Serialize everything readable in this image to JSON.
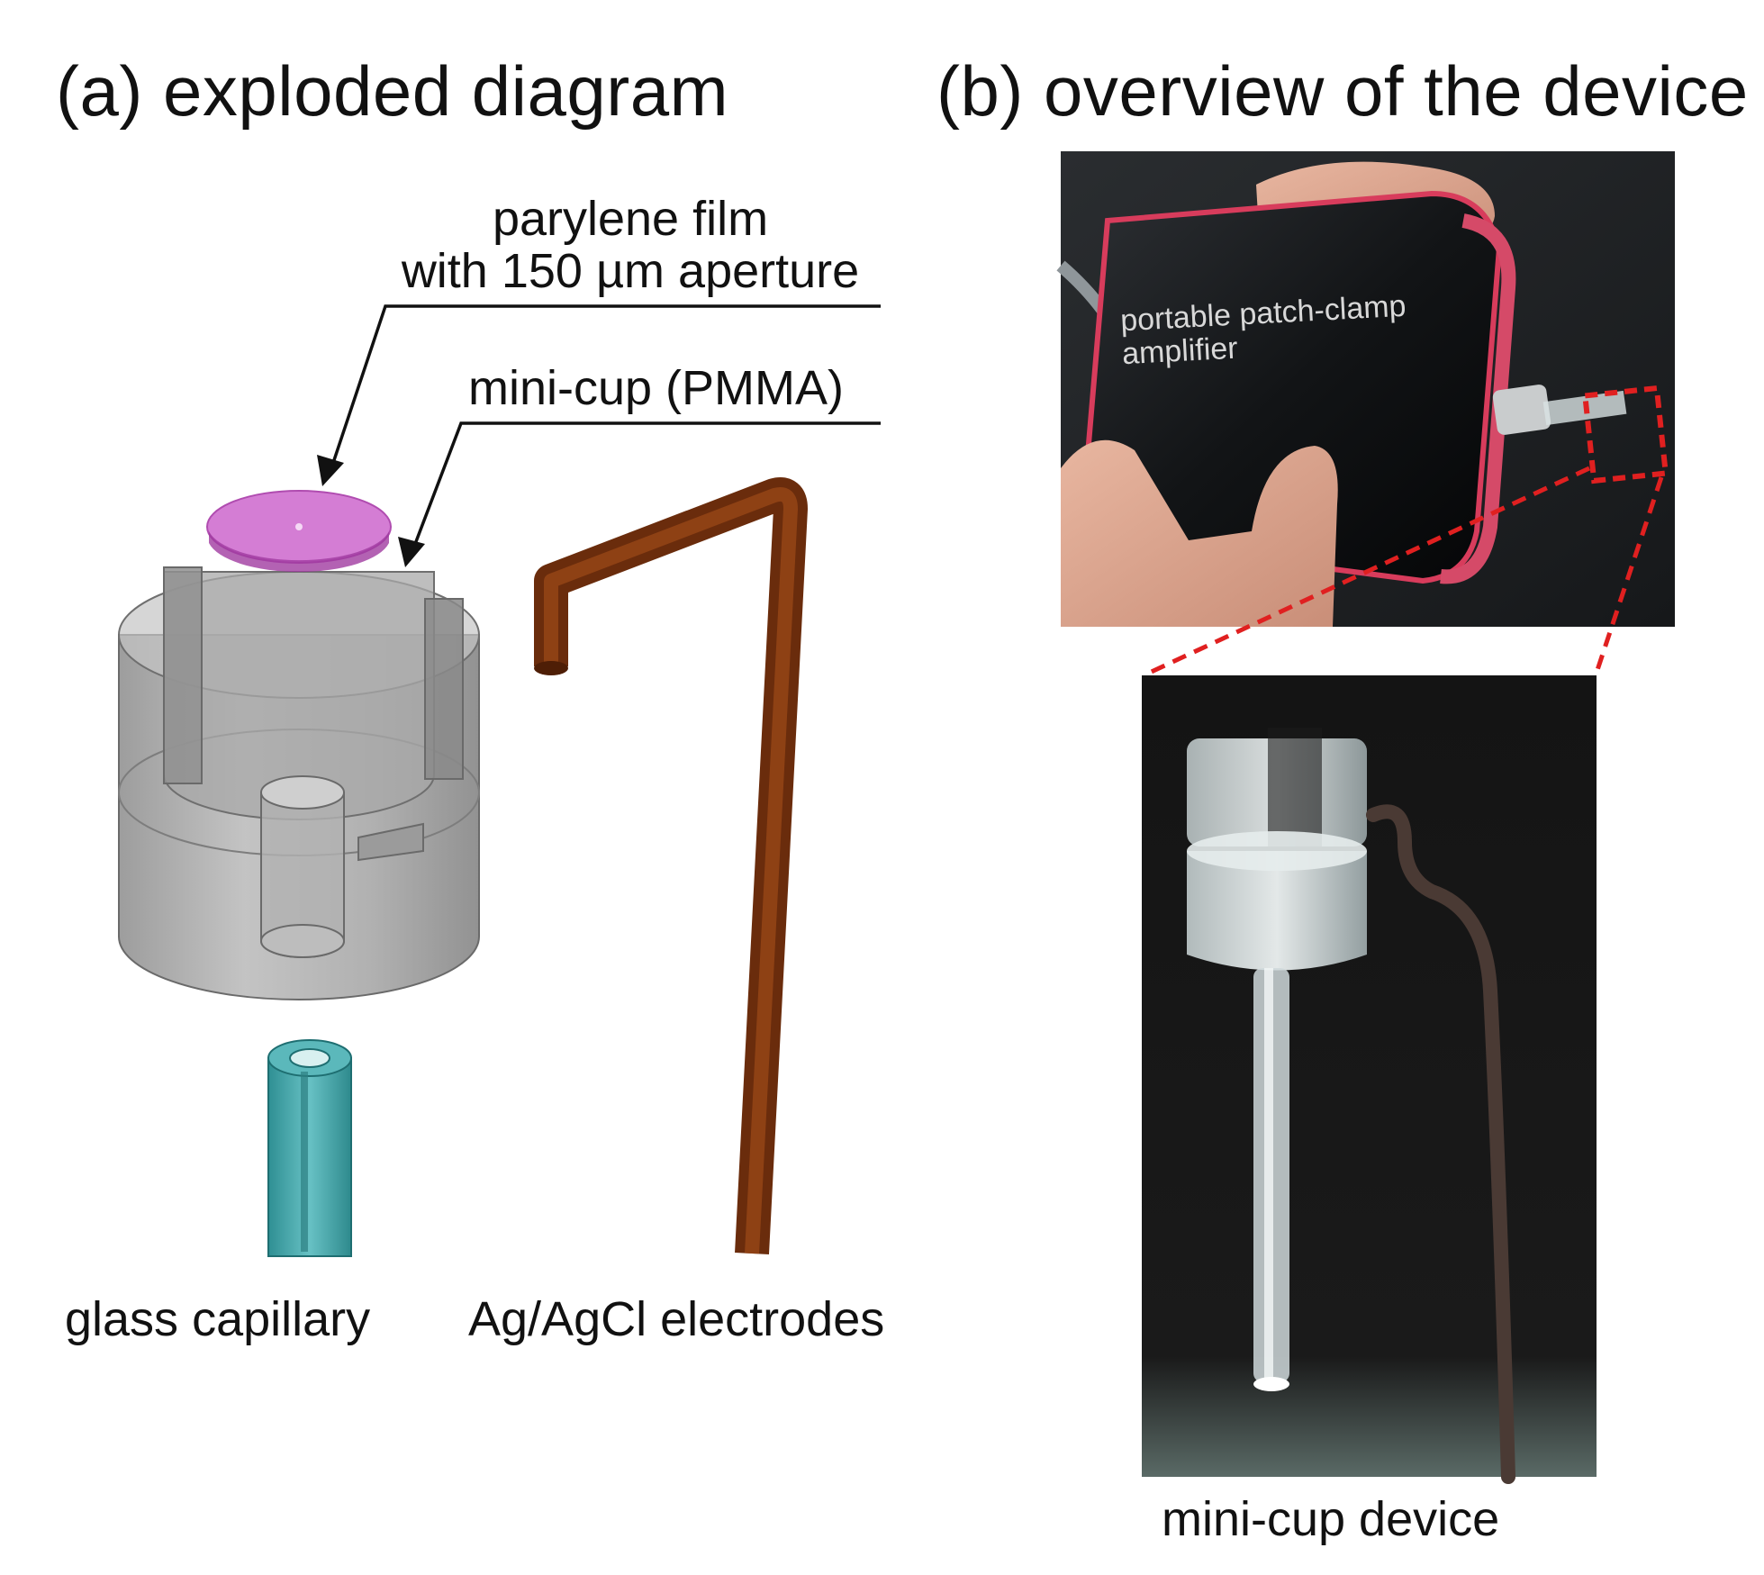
{
  "panel_a": {
    "title": "(a) exploded diagram",
    "labels": {
      "parylene_line1": "parylene film",
      "parylene_line2": "with 150 µm aperture",
      "minicup": "mini-cup (PMMA)",
      "capillary": "glass capillary",
      "electrodes": "Ag/AgCl electrodes"
    },
    "colors": {
      "parylene_film": "#cc66cc",
      "mini_cup": "#9a9a9a",
      "glass_capillary": "#3fa3a6",
      "electrode": "#7a3510"
    }
  },
  "panel_b": {
    "title": "(b) overview of the device",
    "photo_top_text_line1": "portable patch-clamp",
    "photo_top_text_line2": "amplifier",
    "caption": "mini-cup device",
    "colors": {
      "zoom_box": "#e02020"
    }
  }
}
